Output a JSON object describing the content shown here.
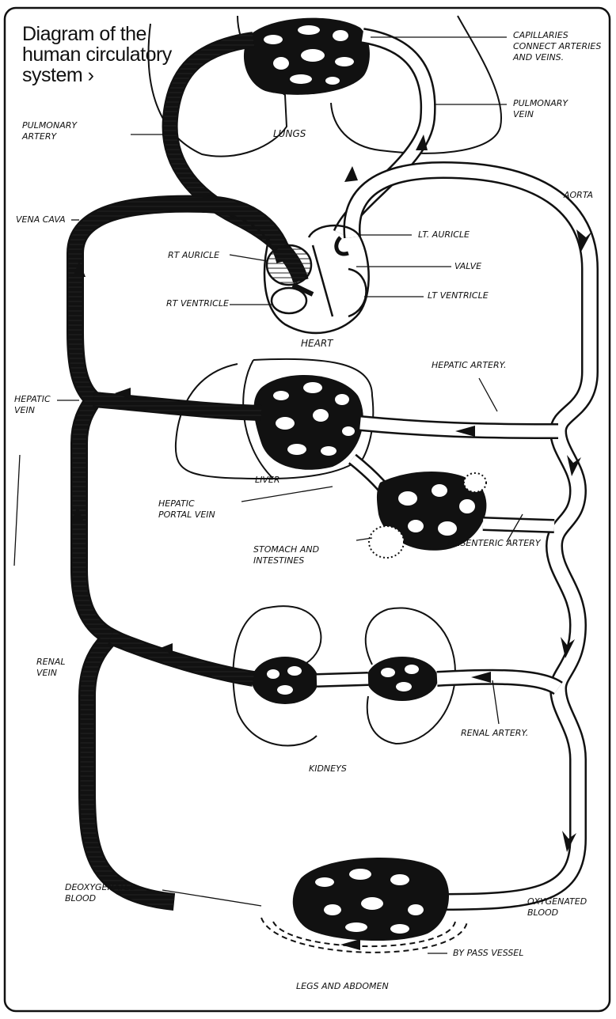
{
  "title": "Diagram of the human circulatory system ›",
  "labels": {
    "capillaries": "CAPILLARIES\nCONNECT ARTERIES\nAND VEINS.",
    "pulmonary_vein": "PULMONARY\nVEIN",
    "pulmonary_artery": "PULMONARY\nARTERY",
    "lungs": "LUNGS",
    "vena_cava": "VENA CAVA",
    "aorta": "AORTA",
    "rt_auricle": "Rt AURICLE",
    "lt_auricle": "Lt. AURICLE",
    "valve": "VALVE",
    "rt_ventricle": "Rt VENTRICLE",
    "lt_ventricle": "Lt VENTRICLE",
    "heart": "HEART",
    "hepatic_artery": "HEPATIC ARTERY.",
    "hepatic_vein": "HEPATIC\nVEIN",
    "liver": "LIVER",
    "hepatic_portal_vein": "HEPATIC\nPORTAL VEIN",
    "stomach_intestines": "STOMACH AND\nINTESTINES",
    "mesenteric_artery": "MESENTERIC ARTERY",
    "renal_vein": "RENAL\nVEIN",
    "renal_artery": "RENAL ARTERY.",
    "kidneys": "KIDNEYS",
    "deoxygenated_blood": "DEOXYGENATED\nBLOOD",
    "oxygenated_blood": "OXYGENATED\nBLOOD",
    "bypass_vessel": "BY PASS VESSEL",
    "legs_abdomen": "LEGS AND ABDOMEN"
  }
}
